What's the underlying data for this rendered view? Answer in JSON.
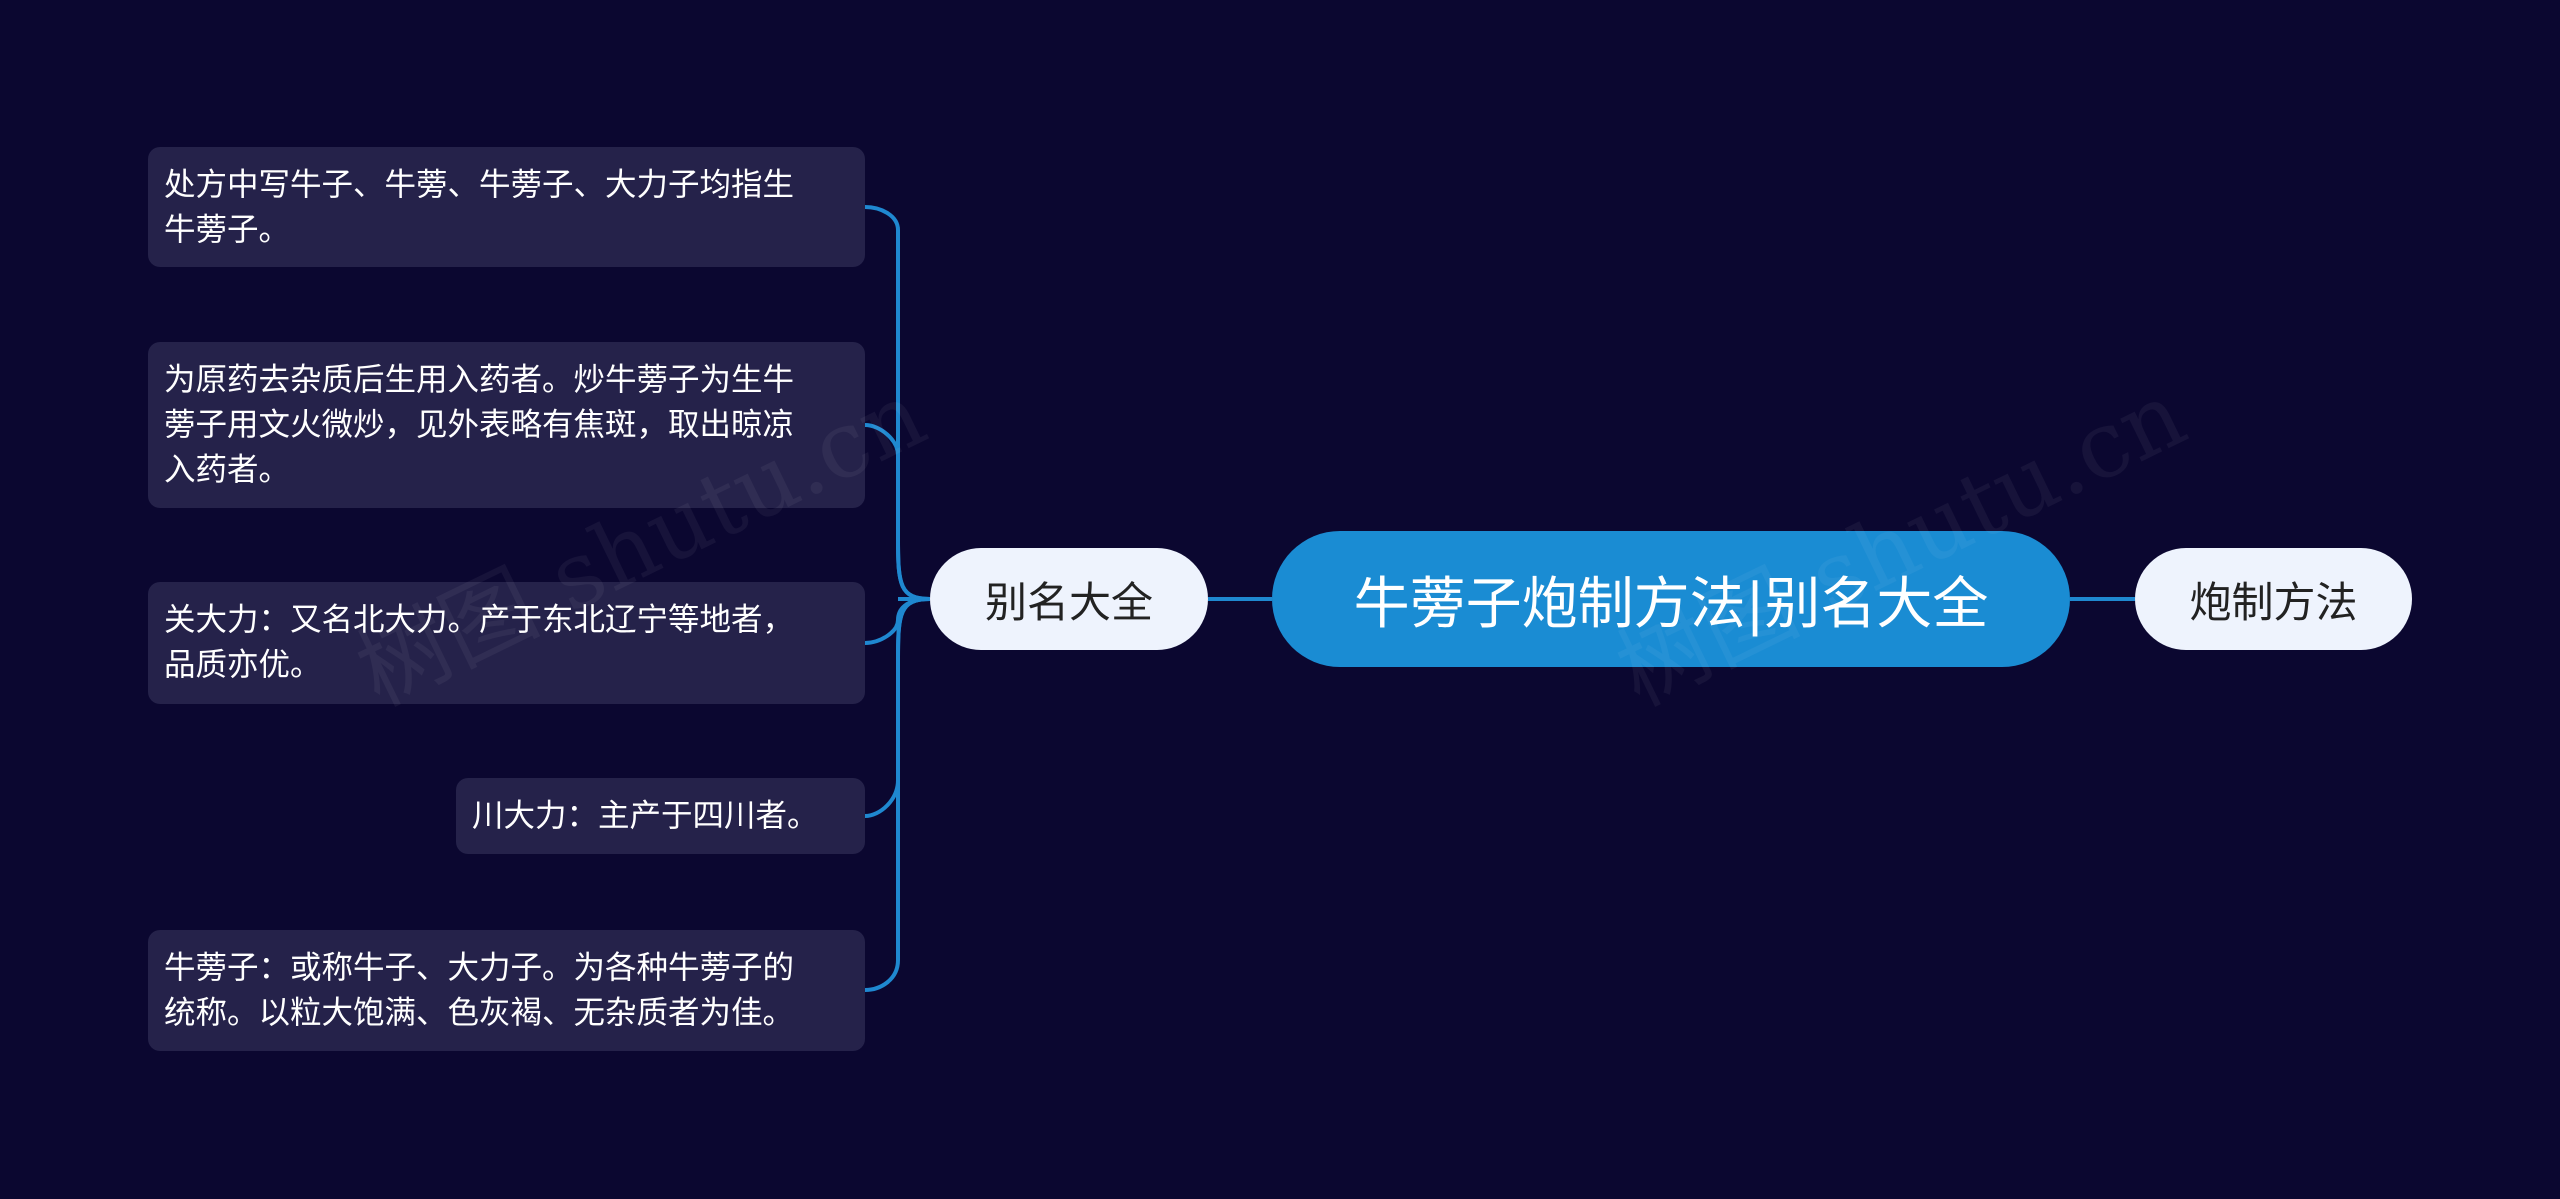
{
  "mindmap": {
    "root": "牛蒡子炮制方法|别名大全",
    "branches": [
      {
        "label": "别名大全",
        "side": "left",
        "children": [
          "处方中写牛子、牛蒡、牛蒡子、大力子均指生\n牛蒡子。",
          "为原药去杂质后生用入药者。炒牛蒡子为生牛\n蒡子用文火微炒，见外表略有焦斑，取出晾凉\n入药者。",
          "关大力：又名北大力。产于东北辽宁等地者，\n品质亦优。",
          "川大力：主产于四川者。",
          "牛蒡子：或称牛子、大力子。为各种牛蒡子的\n统称。以粒大饱满、色灰褐、无杂质者为佳。"
        ]
      },
      {
        "label": "炮制方法",
        "side": "right",
        "children": []
      }
    ]
  },
  "watermark": "树图 shutu.cn",
  "colors": {
    "background": "#0b0730",
    "root": "#1a8cd3",
    "branch": "#eef3fd",
    "leaf": "#25224a",
    "connector": "#1f88d0"
  }
}
